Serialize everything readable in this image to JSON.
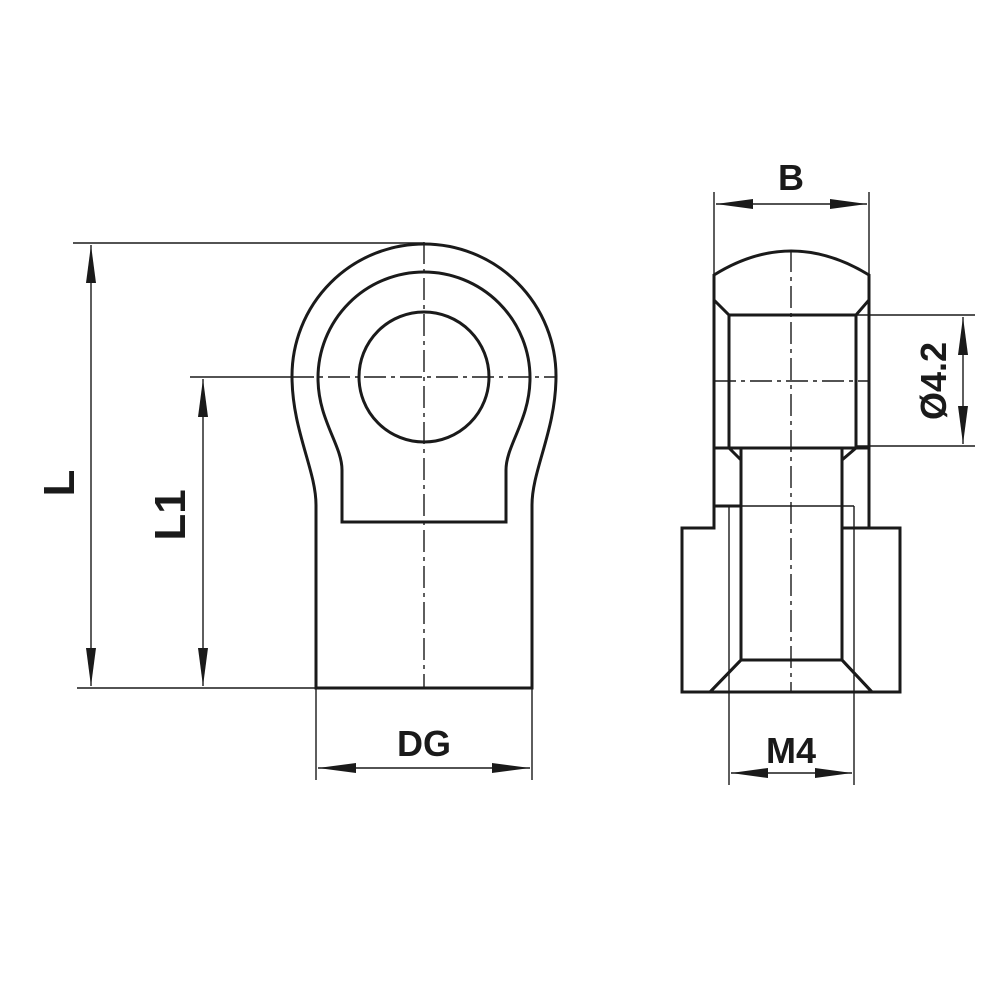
{
  "drawing": {
    "type": "technical-drawing",
    "subject": "eye end fitting (front view and section view)",
    "colors": {
      "line": "#1a1a1a",
      "background": "#ffffff"
    }
  },
  "front_view": {
    "dimensions": {
      "L": "L",
      "L1": "L1",
      "DG": "DG"
    }
  },
  "section_view": {
    "dimensions": {
      "B": "B",
      "bore": "Ø4.2",
      "thread": "M4"
    }
  }
}
